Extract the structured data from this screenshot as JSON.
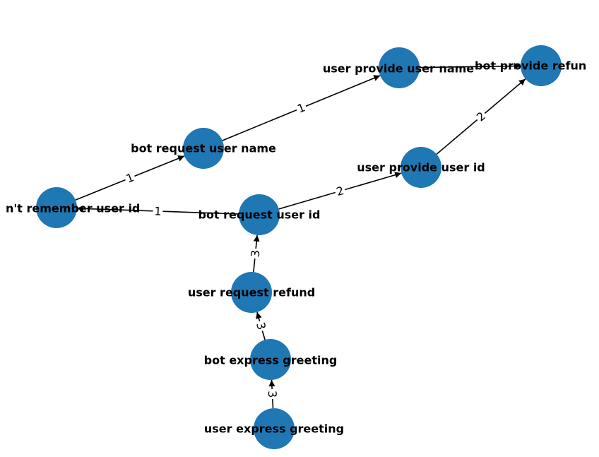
{
  "colors": {
    "node": "#1f77b4",
    "edge": "#000000"
  },
  "nodes": [
    {
      "id": "user-express-greeting",
      "label": "user express greeting"
    },
    {
      "id": "bot-express-greeting",
      "label": "bot express greeting"
    },
    {
      "id": "user-request-refund",
      "label": "user request refund"
    },
    {
      "id": "bot-request-user-id",
      "label": "bot request user id"
    },
    {
      "id": "user-dont-remember-user-id",
      "label": "n't remember user id"
    },
    {
      "id": "bot-request-user-name",
      "label": "bot request user name"
    },
    {
      "id": "user-provide-user-name",
      "label": "user provide user name"
    },
    {
      "id": "user-provide-user-id",
      "label": "user provide user id"
    },
    {
      "id": "bot-provide-refund",
      "label": "bot provide refun"
    }
  ],
  "edges": [
    {
      "from": "user-express-greeting",
      "to": "bot-express-greeting",
      "label": "3"
    },
    {
      "from": "bot-express-greeting",
      "to": "user-request-refund",
      "label": "3"
    },
    {
      "from": "user-request-refund",
      "to": "bot-request-user-id",
      "label": "3"
    },
    {
      "from": "bot-request-user-id",
      "to": "user-dont-remember-user-id",
      "label": "1"
    },
    {
      "from": "bot-request-user-id",
      "to": "user-provide-user-id",
      "label": "2"
    },
    {
      "from": "user-dont-remember-user-id",
      "to": "bot-request-user-name",
      "label": "1"
    },
    {
      "from": "bot-request-user-name",
      "to": "user-provide-user-name",
      "label": "1"
    },
    {
      "from": "user-provide-user-name",
      "to": "bot-provide-refund",
      "label": ""
    },
    {
      "from": "user-provide-user-id",
      "to": "bot-provide-refund",
      "label": "2"
    }
  ]
}
